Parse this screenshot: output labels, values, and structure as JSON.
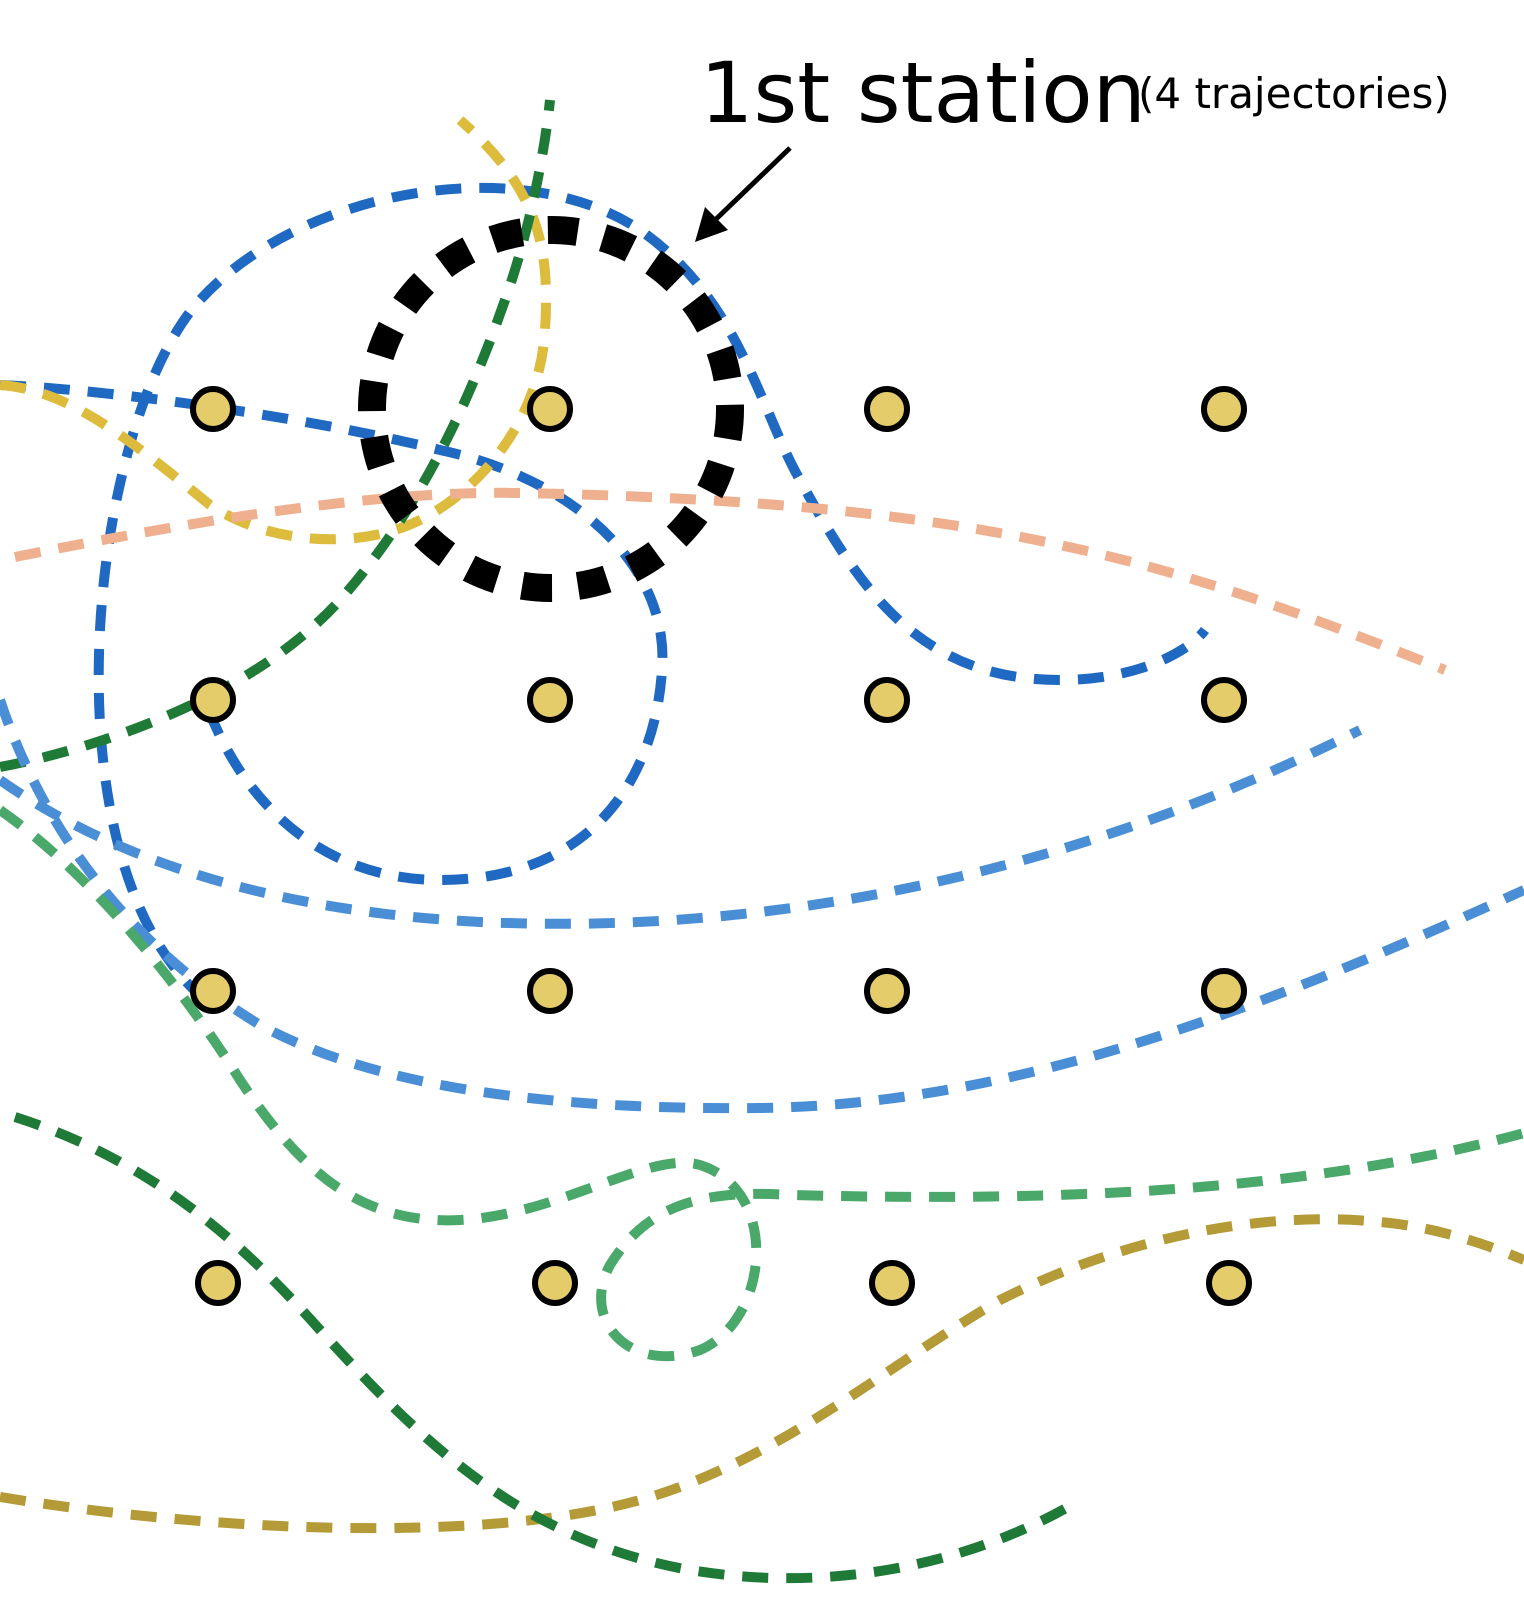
{
  "annotation": {
    "title": "1st station",
    "subtitle": "(4 trajectories)"
  },
  "colors": {
    "station_fill": "#e5cc6a",
    "station_stroke": "#000000",
    "focus_ring": "#000000",
    "arrow": "#000000",
    "trajectory_blue_dark": "#1f69c2",
    "trajectory_blue_light": "#4a8fd6",
    "trajectory_green_dark": "#1e7a36",
    "trajectory_green_light": "#4aa86a",
    "trajectory_yellow": "#ddbb3c",
    "trajectory_olive": "#b49b38",
    "trajectory_peach": "#efb08f"
  },
  "grid": {
    "rows": 4,
    "cols": 4
  },
  "trajectories": [
    {
      "id": "blue-arc",
      "color": "trajectory_blue_dark"
    },
    {
      "id": "blue-loop",
      "color": "trajectory_blue_dark"
    },
    {
      "id": "yellow",
      "color": "trajectory_yellow"
    },
    {
      "id": "green-diagonal",
      "color": "trajectory_green_dark"
    },
    {
      "id": "peach",
      "color": "trajectory_peach"
    },
    {
      "id": "lightblue-upper",
      "color": "trajectory_blue_light"
    },
    {
      "id": "lightblue-lower",
      "color": "trajectory_blue_light"
    },
    {
      "id": "green-swirl",
      "color": "trajectory_green_light"
    },
    {
      "id": "olive",
      "color": "trajectory_olive"
    },
    {
      "id": "green-lower",
      "color": "trajectory_green_dark"
    }
  ]
}
